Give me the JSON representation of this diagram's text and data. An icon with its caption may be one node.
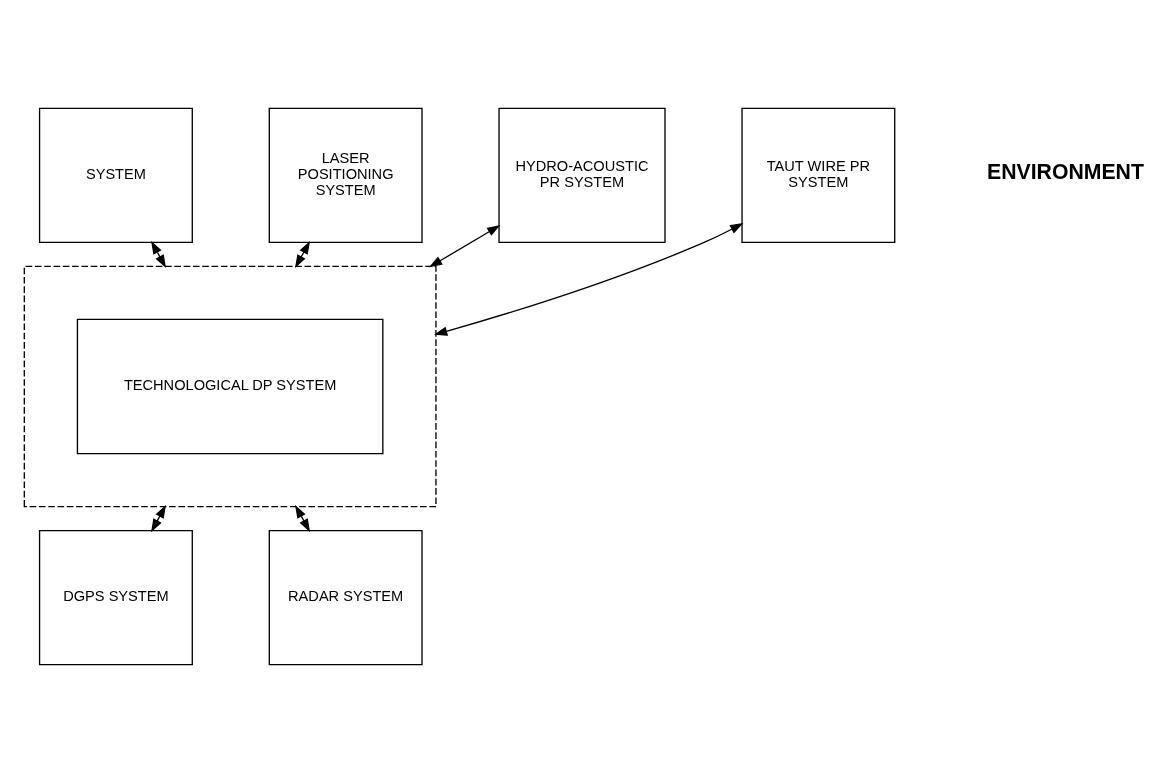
{
  "diagram": {
    "nodes": [
      {
        "text": [
          "SYSTEM"
        ]
      },
      {
        "text": [
          "LASER POSITIONING SYSTEM"
        ]
      },
      {
        "text": [
          "HYDRO-ACOUSTIC PR SYSTEM"
        ]
      },
      {
        "text": [],
        "shape": "box"
      },
      {
        "text": [
          "TECHNOLOGICAL DP SYSTEM"
        ],
        "in": 3
      },
      {
        "text": [
          "TAUT WIRE PR SYSTEM"
        ]
      },
      {
        "text": [
          "DGPS SYSTEM"
        ]
      },
      {
        "text": [
          "RADAR SYSTEM"
        ]
      }
    ],
    "edges": [
      {
        "from": 0,
        "to": 3,
        "arrow": "both"
      },
      {
        "from": 1,
        "to": 3,
        "arrow": "both"
      },
      {
        "from": 2,
        "to": 3,
        "arrow": "both"
      },
      {
        "from": 3,
        "to": 5,
        "arrow": "both"
      },
      {
        "from": 3,
        "to": 6,
        "arrow": "both"
      },
      {
        "from": 3,
        "to": 7,
        "arrow": "both"
      }
    ],
    "labels": [
      "ENVIRONMENT"
    ]
  }
}
